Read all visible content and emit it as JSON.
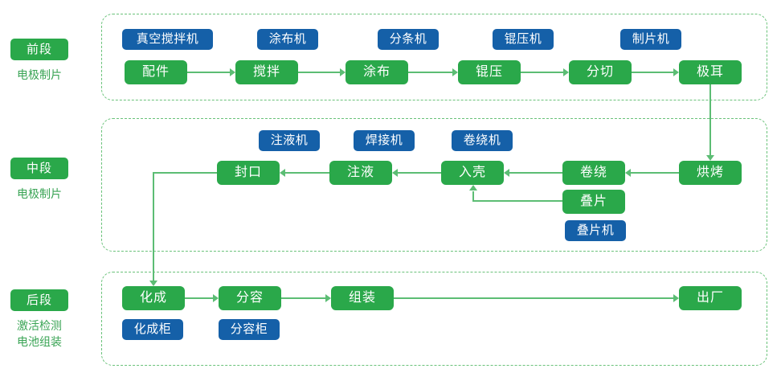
{
  "diagram": {
    "type": "flowchart",
    "title": "",
    "palette": {
      "node_green": "#2aa84a",
      "tag_blue": "#1560a8",
      "edge_green": "#5cbd74",
      "panel_border": "#6ac27a",
      "sub_label_green": "#3aa455",
      "background": "#ffffff"
    }
  },
  "stages": [
    {
      "id": "front",
      "badge": "前段",
      "sub": "电极制片",
      "sub_lines": [
        "电极制片"
      ]
    },
    {
      "id": "middle",
      "badge": "中段",
      "sub": "电极制片",
      "sub_lines": [
        "电极制片"
      ]
    },
    {
      "id": "back",
      "badge": "后段",
      "sub": "激活检测电池组装",
      "sub_lines": [
        "激活检测",
        "电池组装"
      ]
    }
  ],
  "rows": {
    "front": {
      "nodes": [
        {
          "id": "peijian",
          "label": "配件"
        },
        {
          "id": "jiaoban",
          "label": "搅拌"
        },
        {
          "id": "tubu",
          "label": "涂布"
        },
        {
          "id": "gunya",
          "label": "锟压"
        },
        {
          "id": "fenqie",
          "label": "分切"
        },
        {
          "id": "jier",
          "label": "极耳"
        }
      ],
      "tags": [
        {
          "id": "tag-zkjbj",
          "label": "真空搅拌机"
        },
        {
          "id": "tag-tbj",
          "label": "涂布机"
        },
        {
          "id": "tag-ftj",
          "label": "分条机"
        },
        {
          "id": "tag-gyj",
          "label": "锟压机"
        },
        {
          "id": "tag-zpj",
          "label": "制片机"
        }
      ]
    },
    "middle": {
      "nodes": [
        {
          "id": "fengkou",
          "label": "封口"
        },
        {
          "id": "zhuye",
          "label": "注液"
        },
        {
          "id": "ruke",
          "label": "入壳"
        },
        {
          "id": "juanrao",
          "label": "卷绕"
        },
        {
          "id": "hongkao",
          "label": "烘烤"
        },
        {
          "id": "diepian",
          "label": "叠片"
        }
      ],
      "tags": [
        {
          "id": "tag-zyj",
          "label": "注液机"
        },
        {
          "id": "tag-hjj",
          "label": "焊接机"
        },
        {
          "id": "tag-jrj",
          "label": "卷绕机"
        },
        {
          "id": "tag-dpj",
          "label": "叠片机"
        }
      ]
    },
    "back": {
      "nodes": [
        {
          "id": "huacheng",
          "label": "化成"
        },
        {
          "id": "fenrong",
          "label": "分容"
        },
        {
          "id": "zuzhuang",
          "label": "组装"
        },
        {
          "id": "chuchang",
          "label": "出厂"
        }
      ],
      "tags": [
        {
          "id": "tag-hcg",
          "label": "化成柜"
        },
        {
          "id": "tag-frg",
          "label": "分容柜"
        }
      ]
    }
  },
  "flow_order": [
    "配件",
    "搅拌",
    "涂布",
    "锟压",
    "分切",
    "极耳",
    "烘烤",
    "卷绕",
    "入壳",
    "注液",
    "封口",
    "化成",
    "分容",
    "组装",
    "出厂"
  ],
  "branches": [
    {
      "from": "叠片",
      "to": "入壳"
    }
  ]
}
